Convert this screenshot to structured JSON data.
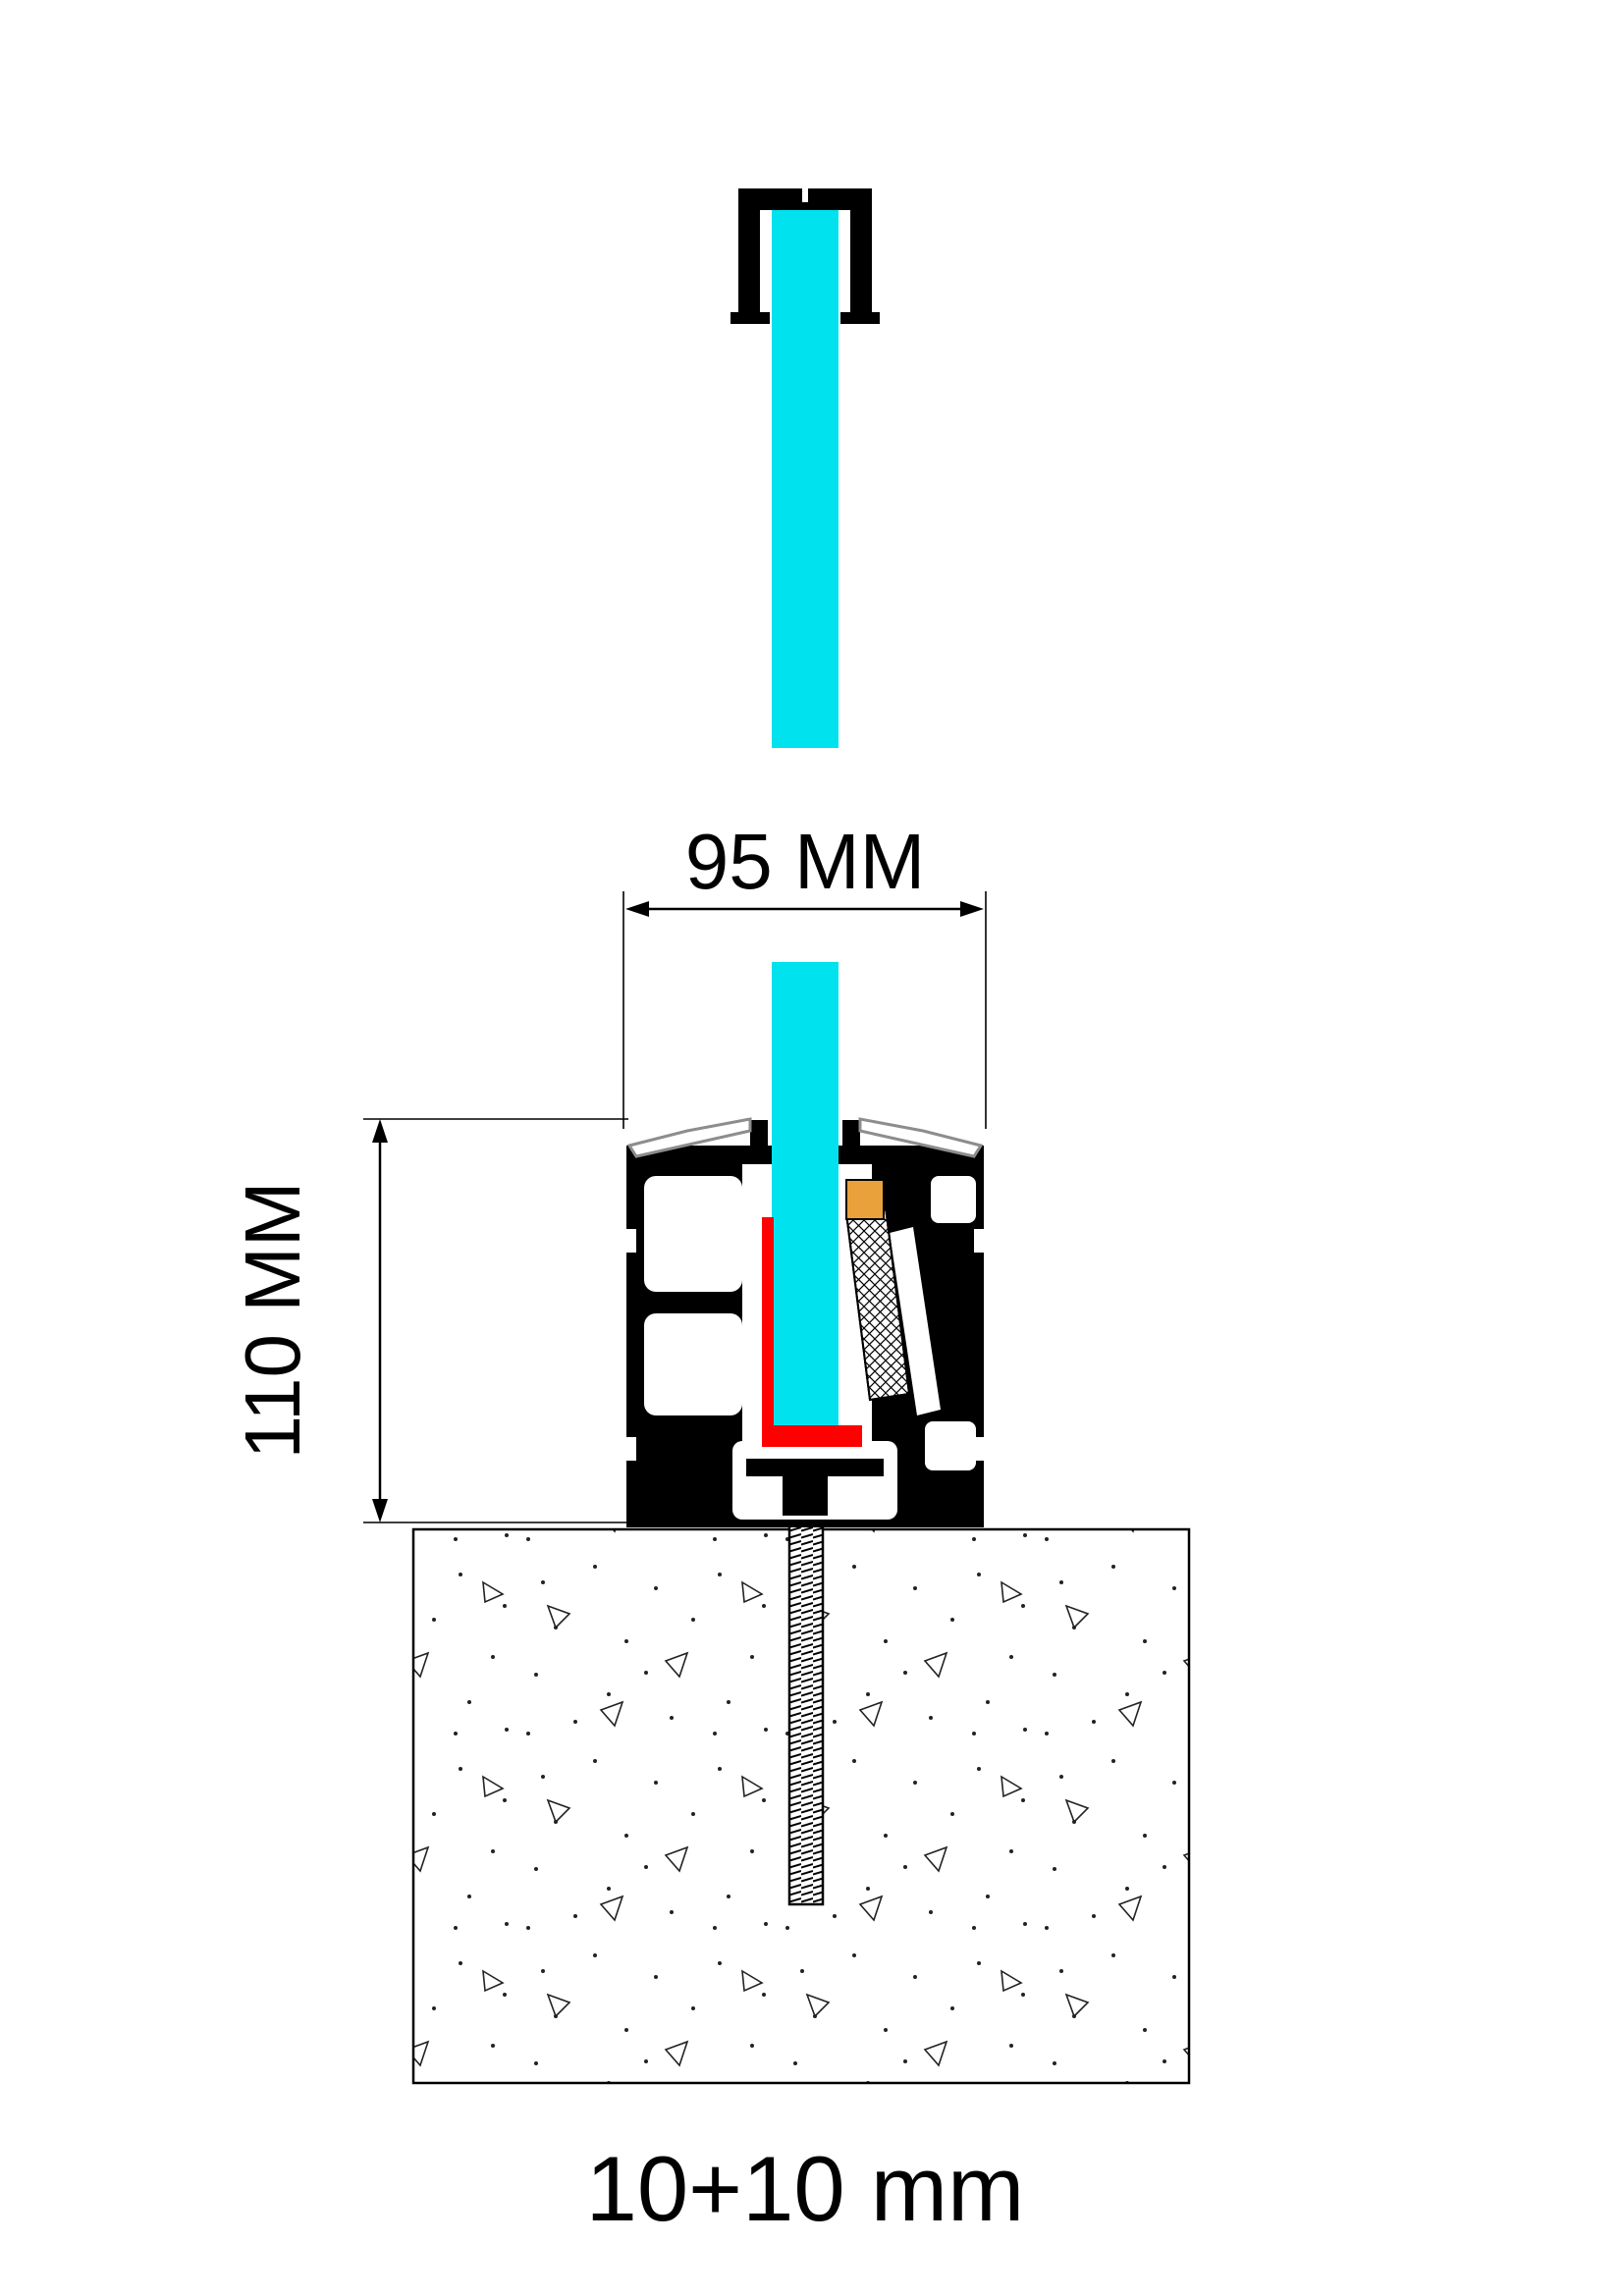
{
  "labels": {
    "profile_width": "95 MM",
    "profile_height": "110 MM",
    "glass_thickness": "10+10 mm"
  },
  "colors": {
    "glass": "#00e2ee",
    "gasket": "#fe0000",
    "wedge_block": "#e9a13b",
    "cap_outline": "#8d8d8d",
    "line": "#000000"
  }
}
